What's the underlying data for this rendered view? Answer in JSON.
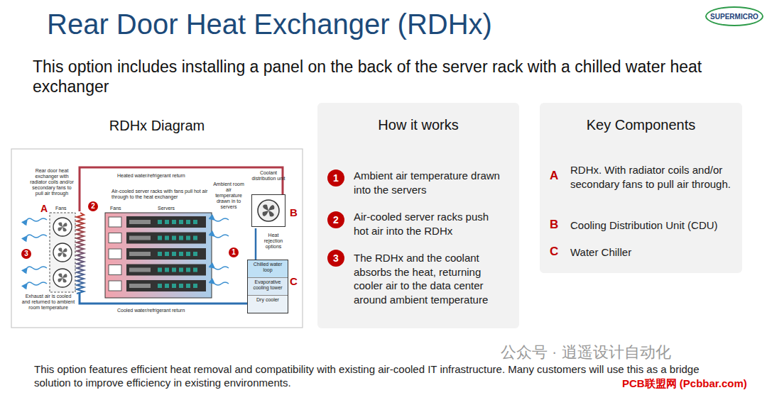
{
  "diagram": {
    "title": "Rear Door Heat Exchanger (RDHx)",
    "caption": "This option features efficient heat removal and compatibility with existing air-cooled IT infrastructure. Many customers will use this as a bridge solution to improve efficiency in existing environments.",
    "nodes": [
      {
        "text": [
          "RDHx Diagram"
        ]
      },
      {
        "text": [
          "Coolant distribution unit"
        ],
        "in": 0
      },
      {
        "text": [
          "Chilled water loop",
          "Evaporative cooling tower",
          "Dry cooler"
        ],
        "in": 0
      },
      {
        "text": [
          "How it works"
        ]
      },
      {
        "text": [
          "Key Components"
        ]
      }
    ],
    "edges": [
      {
        "from": 1,
        "to": 2,
        "arrow": "none"
      }
    ],
    "labels": [
      "SUPERMICRO",
      "This option includes installing a panel on the back of the server rack with a chilled water heat exchanger",
      "Rear door heat exchanger with radiator coils and/or secondary fans to pull air through",
      "Heated water/refrigerant return",
      "Air-cooled server racks with fans pull hot air through to the heat exchanger",
      "Ambient room air temperature drawn in to servers",
      "Fans",
      "Fans",
      "Servers",
      "A",
      "2",
      "B",
      "3",
      "1",
      "C",
      "Heat rejection options",
      "Exhaust air is cooled and returned to ambient room temperature",
      "Cooled water/refrigerant return",
      "1",
      "Ambient air temperature drawn into the servers",
      "2",
      "Air-cooled server racks push hot air into the RDHx",
      "3",
      "The RDHx and the coolant absorbs the heat, returning cooler air to the data center around ambient temperature",
      "A",
      "RDHx. With radiator coils and/or secondary fans to pull air through.",
      "B",
      "Cooling Distribution Unit (CDU)",
      "C",
      "Water Chiller",
      "公众号 · 逍遥设计自动化",
      "PCB联盟网 (Pcbbar.com)"
    ]
  }
}
